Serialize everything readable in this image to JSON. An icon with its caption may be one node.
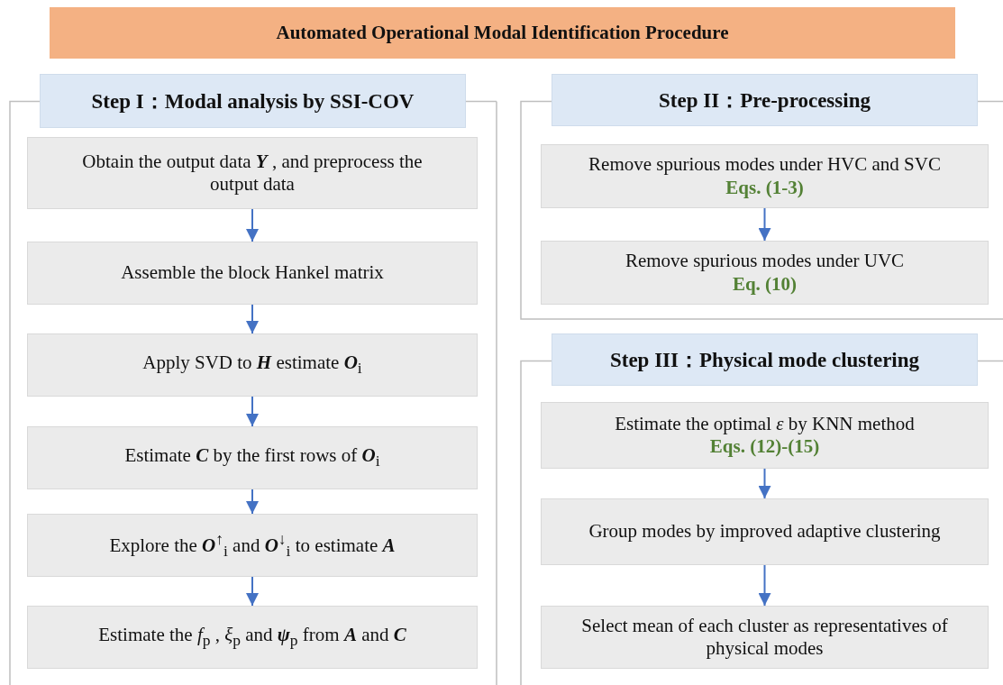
{
  "diagram": {
    "nodes": [
      {
        "text": [
          "Automated Operational Modal Identification Procedure"
        ]
      },
      {
        "text": [
          "Step I：Modal analysis by SSI-COV"
        ]
      },
      {
        "text": [
          "Obtain the output data **Y** , and preprocess the output data"
        ],
        "in": 1
      },
      {
        "text": [
          "Assemble the block Hankel matrix"
        ],
        "in": 1
      },
      {
        "text": [
          "Apply SVD to **H** estimate **O**$_{i}$"
        ],
        "in": 1
      },
      {
        "text": [
          "Estimate **C** by the first rows of **O**$_{i}$"
        ],
        "in": 1
      },
      {
        "text": [
          "Explore the **O**$^{↑}$$_{i}$ and **O**$^{↓}$$_{i}$ to estimate **A**"
        ],
        "in": 1
      },
      {
        "text": [
          "Estimate the *f*$_{p}$ , *ξ*$_{p}$ and **ψ**$_{p}$ from **A** and **C**"
        ],
        "in": 1
      },
      {
        "text": [
          "Step II：Pre-processing"
        ]
      },
      {
        "text": [
          "Remove spurious modes under HVC and SVC",
          "Eqs. (1-3)"
        ],
        "in": 8
      },
      {
        "text": [
          "Remove spurious modes under UVC",
          "Eq. (10)"
        ],
        "in": 8
      },
      {
        "text": [
          "Step III：Physical mode clustering"
        ]
      },
      {
        "text": [
          "Estimate the optimal *ε* by KNN method",
          "Eqs. (12)-(15)"
        ],
        "in": 11
      },
      {
        "text": [
          "Group modes by improved adaptive clustering"
        ],
        "in": 11
      },
      {
        "text": [
          "Select mean of each cluster as representatives of physical modes"
        ],
        "in": 11
      }
    ],
    "edges": [
      {
        "from": 2,
        "to": 3,
        "arrow": "to"
      },
      {
        "from": 3,
        "to": 4,
        "arrow": "to"
      },
      {
        "from": 4,
        "to": 5,
        "arrow": "to"
      },
      {
        "from": 5,
        "to": 6,
        "arrow": "to"
      },
      {
        "from": 6,
        "to": 7,
        "arrow": "to"
      },
      {
        "from": 9,
        "to": 10,
        "arrow": "to"
      },
      {
        "from": 12,
        "to": 13,
        "arrow": "to"
      },
      {
        "from": 13,
        "to": 14,
        "arrow": "to"
      }
    ]
  }
}
